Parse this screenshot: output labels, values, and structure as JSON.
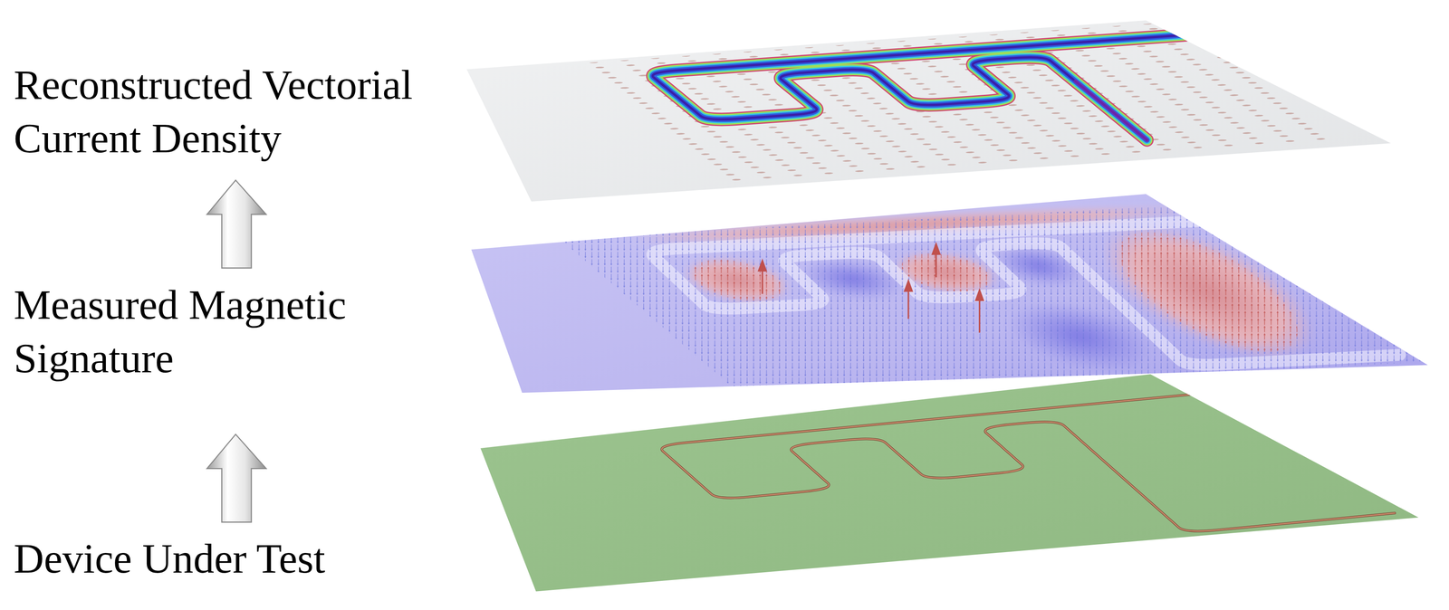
{
  "diagram": {
    "labels": [
      "Reconstructed Vectorial Current Density",
      "Measured Magnetic Signature",
      "Device Under Test"
    ]
  }
}
